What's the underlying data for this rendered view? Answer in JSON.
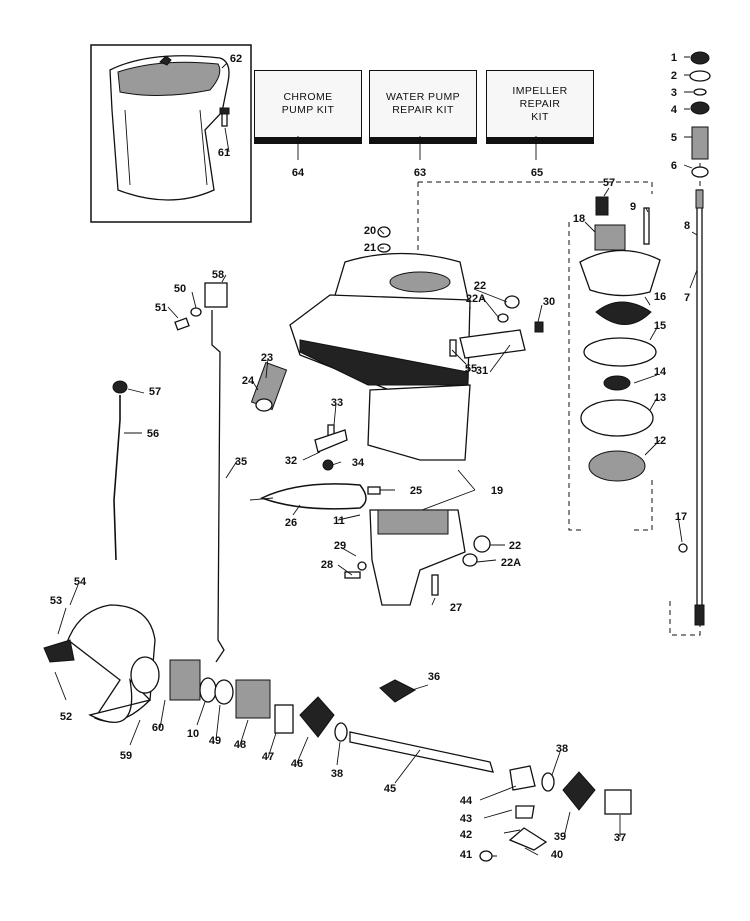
{
  "kits": [
    {
      "label": "CHROME\nPUMP KIT",
      "part": "64"
    },
    {
      "label": "WATER PUMP\nREPAIR KIT",
      "part": "63"
    },
    {
      "label": "IMPELLER\nREPAIR\nKIT",
      "part": "65"
    }
  ],
  "callouts": {
    "c1": "1",
    "c2": "2",
    "c3": "3",
    "c4": "4",
    "c5": "5",
    "c6": "6",
    "c7": "7",
    "c8": "8",
    "c9": "9",
    "c10": "10",
    "c11": "11",
    "c12": "12",
    "c13": "13",
    "c14": "14",
    "c15": "15",
    "c16": "16",
    "c17": "17",
    "c18": "18",
    "c19": "19",
    "c20": "20",
    "c21": "21",
    "c22a": "22",
    "c22aa": "22A",
    "c22b": "22",
    "c22ba": "22A",
    "c23": "23",
    "c24": "24",
    "c25": "25",
    "c26": "26",
    "c27": "27",
    "c28": "28",
    "c29": "29",
    "c30": "30",
    "c31": "31",
    "c32": "32",
    "c33": "33",
    "c34": "34",
    "c35": "35",
    "c36": "36",
    "c37": "37",
    "c38a": "38",
    "c38b": "38",
    "c39": "39",
    "c40": "40",
    "c41": "41",
    "c42": "42",
    "c43": "43",
    "c44": "44",
    "c45": "45",
    "c46": "46",
    "c47": "47",
    "c48": "48",
    "c49": "49",
    "c50": "50",
    "c51": "51",
    "c52": "52",
    "c53": "53",
    "c54": "54",
    "c55": "55",
    "c56": "56",
    "c57a": "57",
    "c57b": "57",
    "c58": "58",
    "c59": "59",
    "c60": "60",
    "c61": "61",
    "c62": "62",
    "c63": "63",
    "c64": "64",
    "c65": "65"
  }
}
